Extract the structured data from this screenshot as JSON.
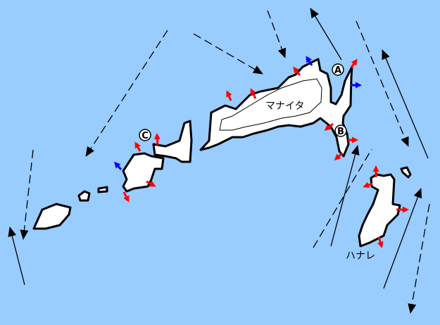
{
  "labels": {
    "main_island": "マナイタ",
    "south_island": "ハナレ",
    "point_a": "A",
    "point_b": "B",
    "point_c": "C"
  },
  "colors": {
    "sea": "#99ccff",
    "land": "#ffffff",
    "red_arrow": "#ff0000",
    "blue_arrow": "#0000ff",
    "current": "#000000"
  }
}
